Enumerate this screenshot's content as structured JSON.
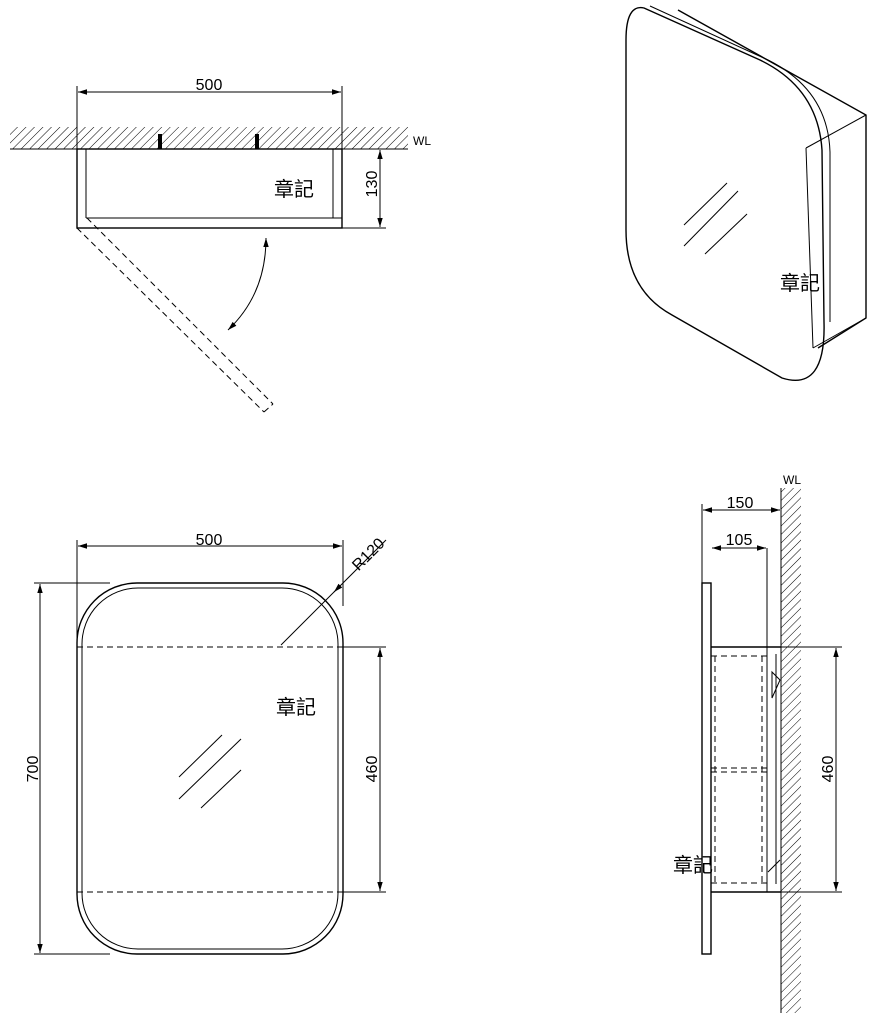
{
  "watermark": "章記",
  "top_view": {
    "width_label": "500",
    "depth_label": "130",
    "wall_label": "WL"
  },
  "front_view": {
    "width_label": "500",
    "height_label": "700",
    "radius_label": "R120",
    "inner_height_label": "460"
  },
  "side_view": {
    "depth_label": "150",
    "inner_depth_label": "105",
    "inner_height_label": "460",
    "wall_label": "WL"
  }
}
